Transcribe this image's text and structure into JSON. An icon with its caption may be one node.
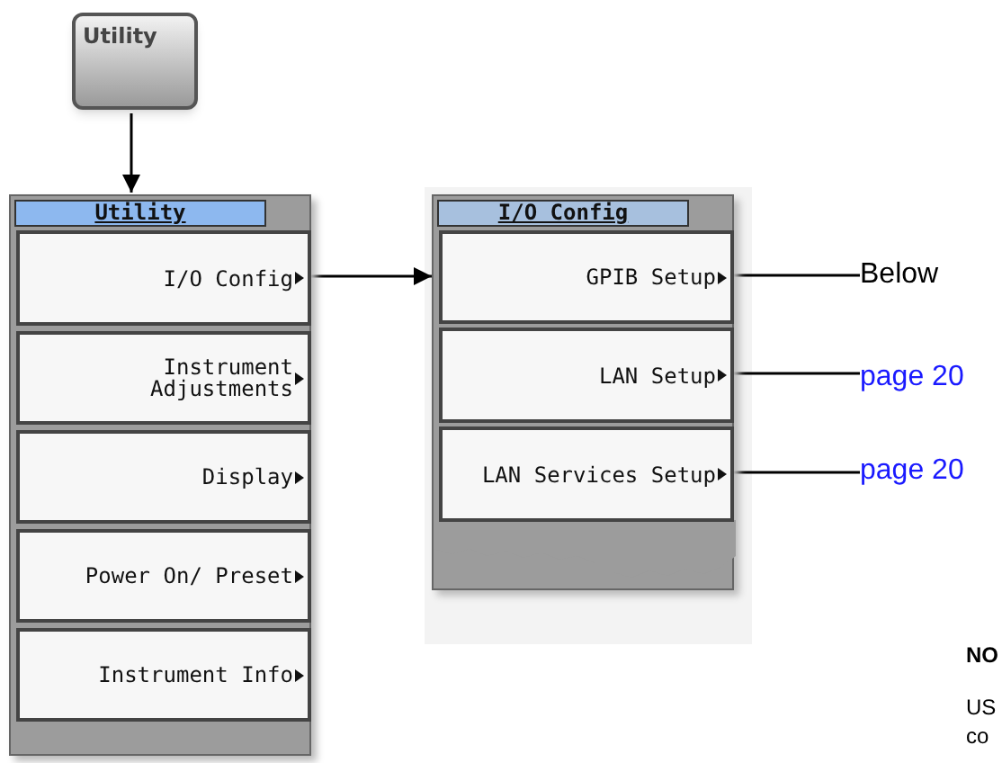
{
  "diagram": {
    "nodes": [
      {
        "text": [
          "Utility"
        ]
      },
      {
        "text": [
          "Utility"
        ]
      },
      {
        "text": [
          "I/O Config"
        ],
        "in": 1
      },
      {
        "text": [
          "Instrument Adjustments"
        ],
        "in": 1
      },
      {
        "text": [
          "Display"
        ],
        "in": 1
      },
      {
        "text": [
          "Power On/ Preset"
        ],
        "in": 1
      },
      {
        "text": [
          "Instrument Info"
        ],
        "in": 1
      },
      {
        "text": [
          "I/O Config"
        ]
      },
      {
        "text": [
          "GPIB Setup"
        ],
        "in": 7
      },
      {
        "text": [
          "LAN Setup"
        ],
        "in": 7
      },
      {
        "text": [
          "LAN Services Setup"
        ],
        "in": 7
      },
      {
        "text": [
          "Below"
        ]
      },
      {
        "text": [
          "page 20"
        ]
      },
      {
        "text": [
          "page 20"
        ]
      }
    ],
    "edges": [
      {
        "from": 0,
        "to": 1,
        "arrow": "to"
      },
      {
        "from": 2,
        "to": 7,
        "arrow": "to"
      },
      {
        "from": 8,
        "to": 11,
        "arrow": "none"
      },
      {
        "from": 9,
        "to": 12,
        "arrow": "none"
      },
      {
        "from": 10,
        "to": 13,
        "arrow": "none"
      }
    ],
    "labels": [
      "NO",
      "US",
      "co"
    ]
  }
}
